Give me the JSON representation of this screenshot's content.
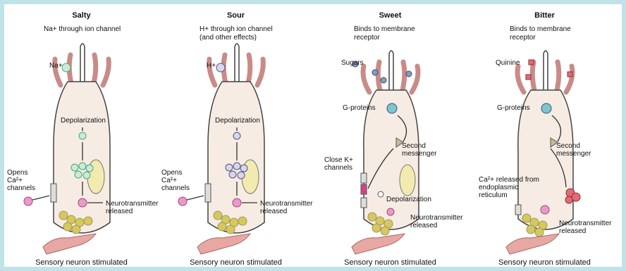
{
  "panels": [
    {
      "title": "Salty",
      "subtitle": [
        "Na+ through ion channel"
      ],
      "ion_label": "Na+",
      "labels": {
        "depolarization": "Depolarization",
        "opens_channels": [
          "Opens",
          "Ca²+",
          "channels"
        ],
        "neurotransmitter": [
          "Neurotransmitter",
          "released"
        ]
      },
      "footer": "Sensory neuron stimulated"
    },
    {
      "title": "Sour",
      "subtitle": [
        "H+ through ion channel",
        "(and other effects)"
      ],
      "ion_label": "H+",
      "labels": {
        "depolarization": "Depolarization",
        "opens_channels": [
          "Opens",
          "Ca²+",
          "channels"
        ],
        "neurotransmitter": [
          "Neurotransmitter",
          "released"
        ]
      },
      "footer": "Sensory neuron stimulated"
    },
    {
      "title": "Sweet",
      "subtitle": [
        "Binds to membrane",
        "receptor"
      ],
      "ligand_label": "Sugars",
      "labels": {
        "g_proteins": "G-proteins",
        "second_messenger": [
          "Second",
          "messenger"
        ],
        "close_k": [
          "Close K+",
          "channels"
        ],
        "depolarization": "Depolarization",
        "neurotransmitter": [
          "Neurotransmitter",
          "released"
        ]
      },
      "footer": "Sensory neuron stimulated"
    },
    {
      "title": "Bitter",
      "subtitle": [
        "Binds to membrane",
        "receptor"
      ],
      "ligand_label": "Quinine",
      "labels": {
        "g_proteins": "G-proteins",
        "second_messenger": [
          "Second",
          "messenger"
        ],
        "ca_released": [
          "Ca²+ released from",
          "endoplasmic",
          "reticulum"
        ],
        "neurotransmitter": [
          "Neurotransmitter",
          "released"
        ]
      },
      "footer": "Sensory neuron stimulated"
    }
  ],
  "colors": {
    "frame": "#bfe3e6",
    "cell_fill": "#f6ece3",
    "cell_stroke": "#444444",
    "microvilli": "#c98b87",
    "ion_fill": "#cfe8d8",
    "h_ion_fill": "#d6d6f0",
    "vesicle": "#d8c85a",
    "nucleus": "#f3eab0",
    "neurotransmitter": "#e89ad0",
    "neuron": "#e7a8a4",
    "receptor": "#7fc5cc",
    "sugar": "#7f9ec9",
    "quinine": "#e46a78"
  }
}
